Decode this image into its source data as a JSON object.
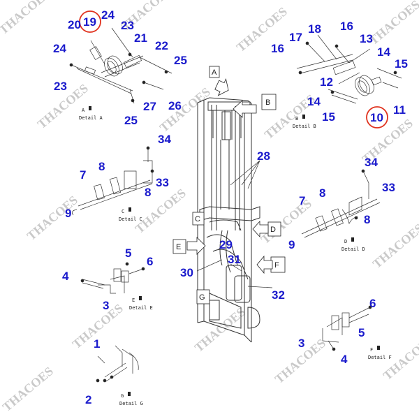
{
  "watermark": "THACOES",
  "detail_captions": {
    "a": "Detail A",
    "b": "Detail B",
    "c": "Detail C",
    "d": "Detail D",
    "e": "Detail E",
    "f": "Detail F",
    "g": "Detail G"
  },
  "view_markers": {
    "a": "A",
    "b": "B",
    "c": "C",
    "d": "D",
    "e": "E",
    "f": "F",
    "g": "G"
  },
  "callouts": {
    "a": [
      "19",
      "24",
      "20",
      "23",
      "21",
      "24",
      "22",
      "25",
      "23",
      "27",
      "26",
      "25"
    ],
    "b": [
      "17",
      "18",
      "16",
      "13",
      "16",
      "14",
      "15",
      "12",
      "14",
      "15",
      "11",
      "10"
    ],
    "c": [
      "34",
      "7",
      "8",
      "33",
      "8",
      "9"
    ],
    "d": [
      "34",
      "33",
      "7",
      "8",
      "8",
      "9"
    ],
    "main": [
      "28",
      "29",
      "30",
      "31",
      "32"
    ],
    "e": [
      "5",
      "6",
      "4",
      "3"
    ],
    "f": [
      "6",
      "5",
      "3",
      "4"
    ],
    "g": [
      "1",
      "2"
    ]
  },
  "highlight_color": "#e0321e",
  "callout_color": "#1a1acc"
}
